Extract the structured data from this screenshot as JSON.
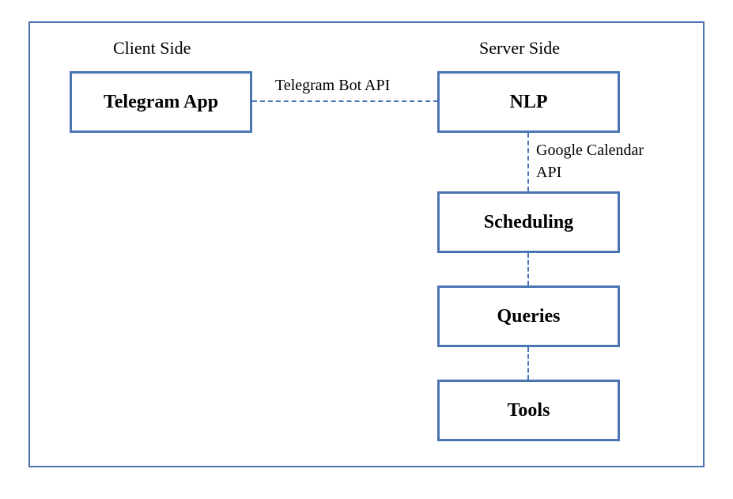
{
  "diagram": {
    "client_label": "Client Side",
    "server_label": "Server Side",
    "nodes": {
      "telegram_app": "Telegram App",
      "nlp": "NLP",
      "scheduling": "Scheduling",
      "queries": "Queries",
      "tools": "Tools"
    },
    "edges": {
      "telegram_to_nlp": "Telegram Bot API",
      "nlp_to_scheduling_line1": "Google Calendar",
      "nlp_to_scheduling_line2": "API"
    },
    "colors": {
      "border": "#4a74b2",
      "text": "#000000",
      "background": "#ffffff"
    }
  }
}
